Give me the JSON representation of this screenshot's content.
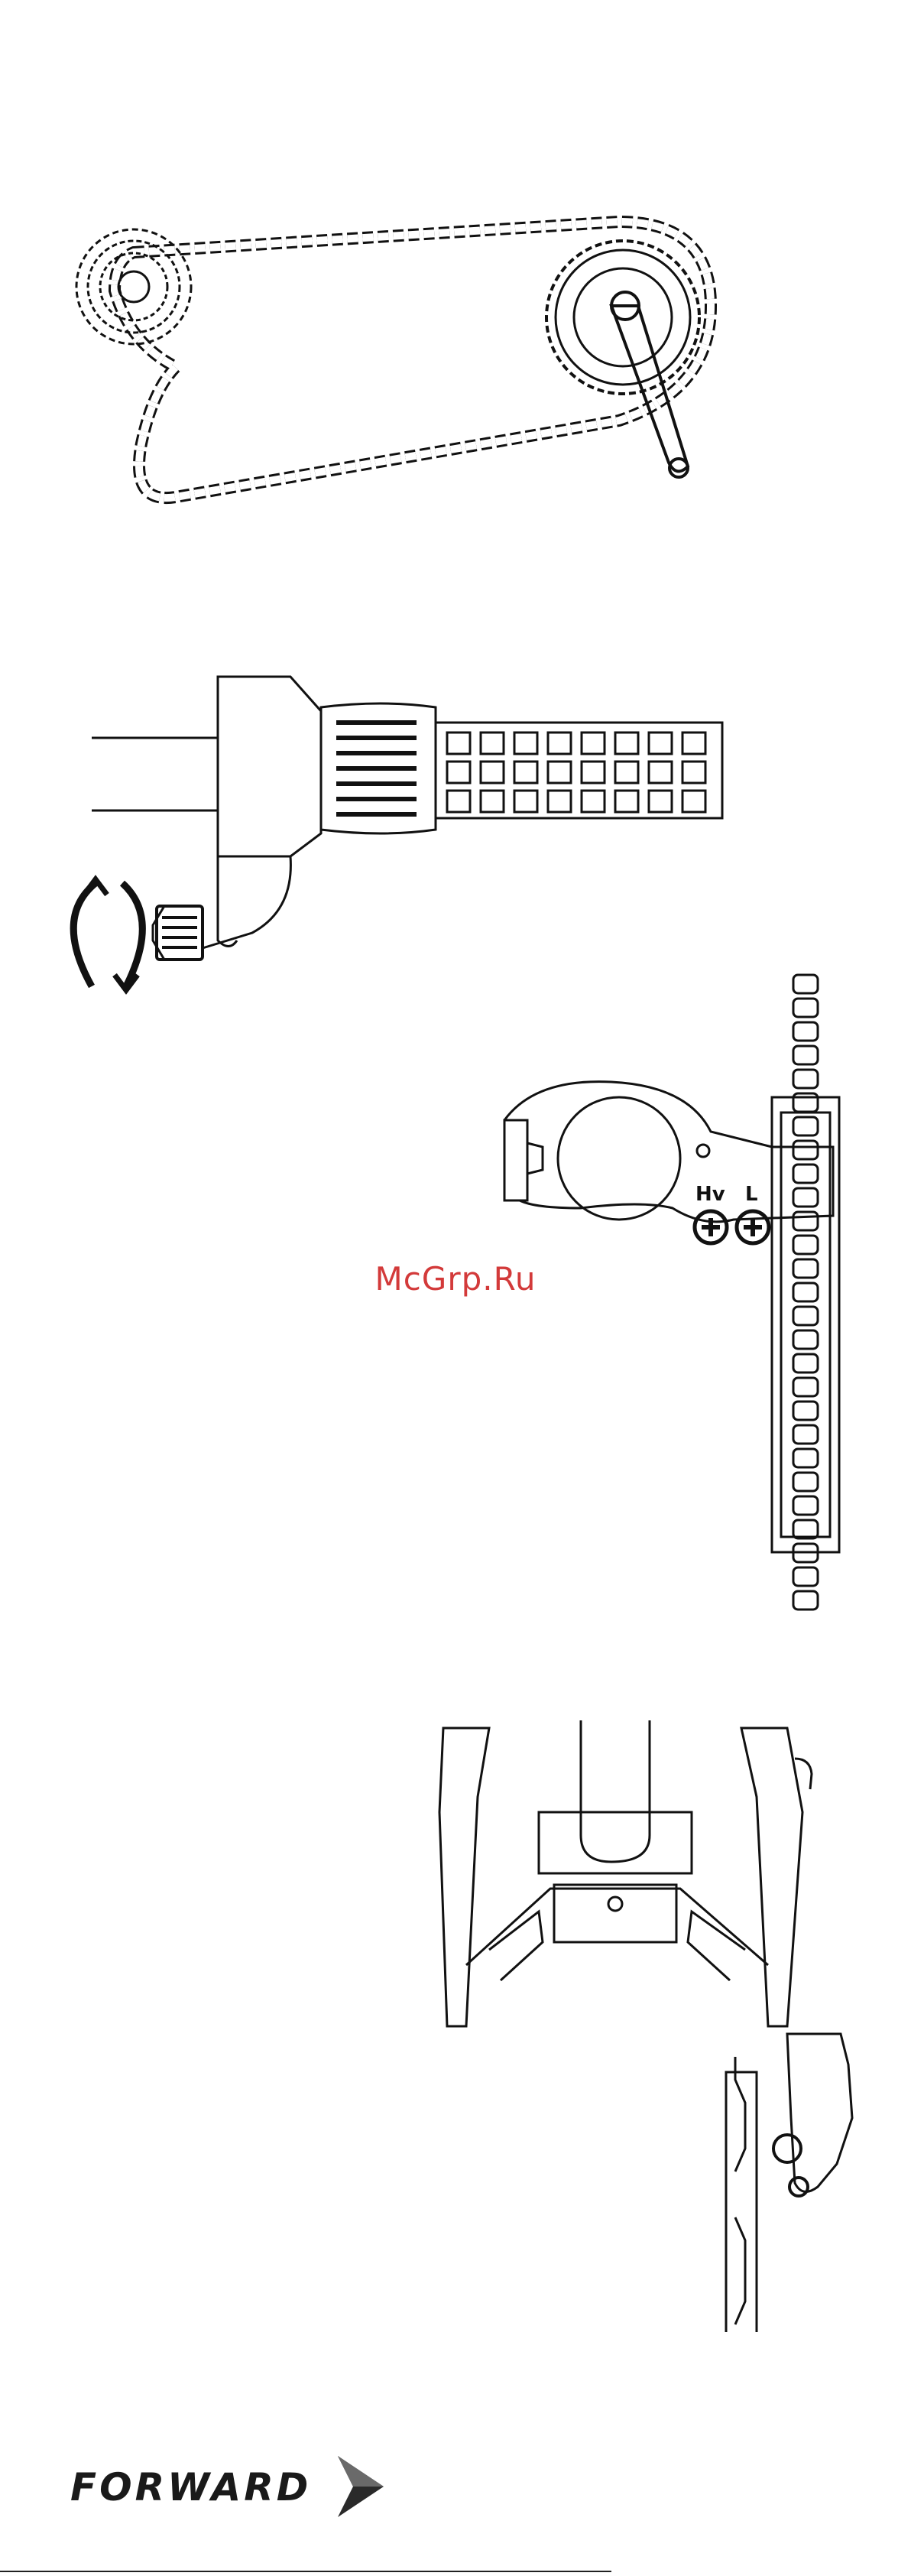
{
  "watermark": "McGrp.Ru",
  "figures": {
    "derailleur_labels": {
      "high": "Hv",
      "low": "L"
    }
  },
  "brand": {
    "logo_text": "FORWARD"
  }
}
